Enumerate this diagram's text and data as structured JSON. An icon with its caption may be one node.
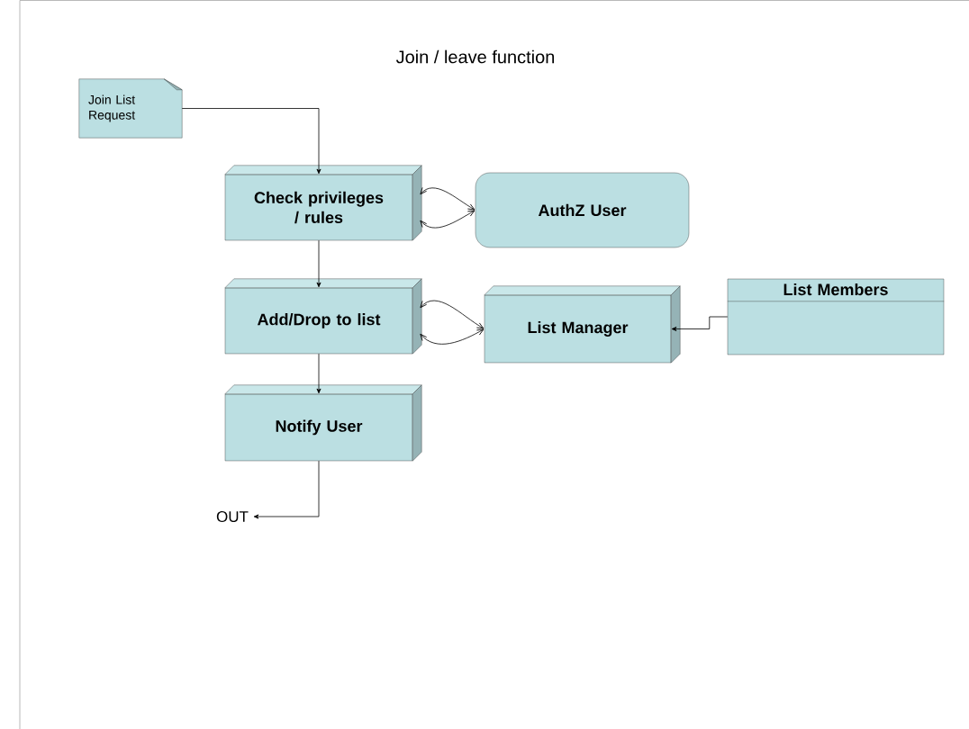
{
  "diagram": {
    "title": "Join / leave function",
    "nodes": [
      {
        "text": [
          "Join List Request"
        ]
      },
      {
        "text": [
          "Check privileges / rules"
        ]
      },
      {
        "text": [
          "AuthZ User"
        ]
      },
      {
        "text": [
          "Add/Drop to list"
        ]
      },
      {
        "text": [
          "List Manager"
        ]
      },
      {
        "text": [
          "List Members"
        ]
      },
      {
        "text": [
          "Notify User"
        ]
      },
      {
        "text": [
          "OUT"
        ]
      }
    ],
    "edges": [
      {
        "from": 0,
        "to": 1,
        "arrow": "to"
      },
      {
        "from": 1,
        "to": 2,
        "arrow": "both"
      },
      {
        "from": 1,
        "to": 2,
        "arrow": "both"
      },
      {
        "from": 1,
        "to": 3,
        "arrow": "to"
      },
      {
        "from": 3,
        "to": 4,
        "arrow": "both"
      },
      {
        "from": 3,
        "to": 4,
        "arrow": "both"
      },
      {
        "from": 5,
        "to": 4,
        "arrow": "to"
      },
      {
        "from": 3,
        "to": 6,
        "arrow": "to"
      },
      {
        "from": 6,
        "to": 7,
        "arrow": "to"
      }
    ]
  }
}
